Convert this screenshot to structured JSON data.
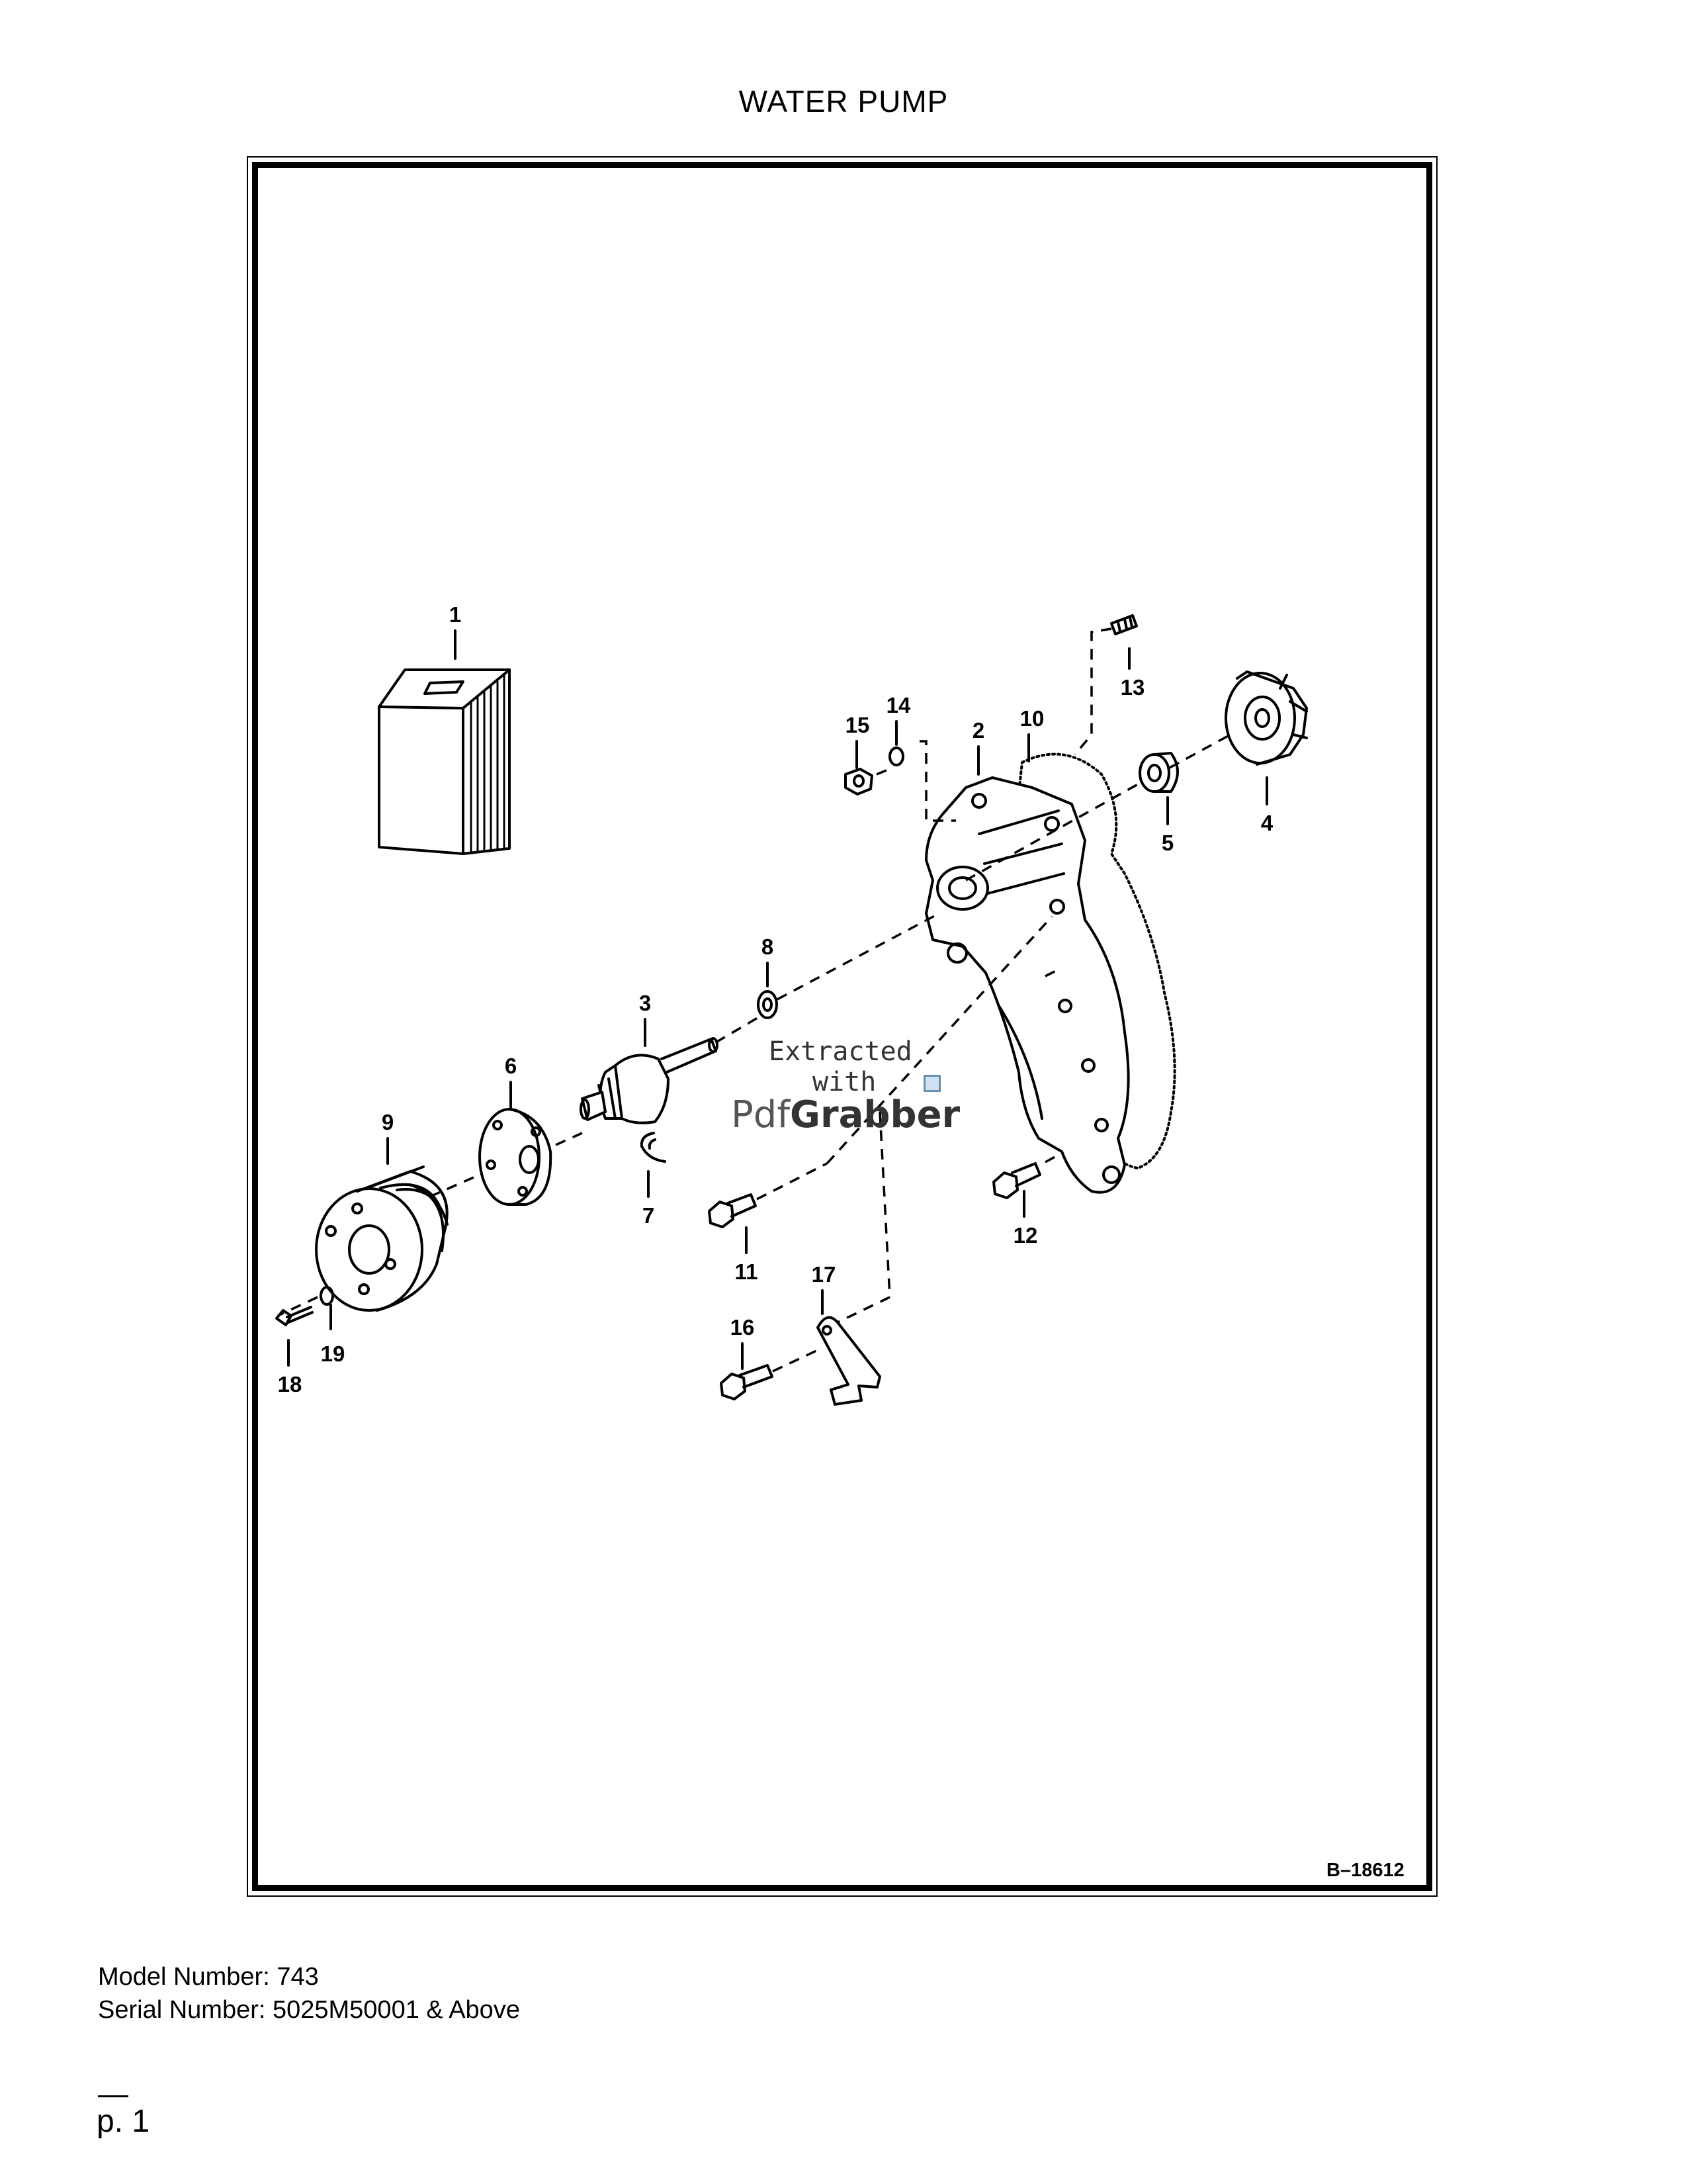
{
  "page": {
    "title": "WATER PUMP",
    "drawing_code": "B–18612",
    "model_line": "Model Number: 743",
    "serial_line": "Serial Number: 5025M50001 & Above",
    "page_number": "p. 1"
  },
  "watermark": {
    "line1": "Extracted",
    "line2": "with",
    "brand_a": "Pdf",
    "brand_b": "Grabber"
  },
  "callouts": [
    "1",
    "2",
    "3",
    "4",
    "5",
    "6",
    "7",
    "8",
    "9",
    "10",
    "11",
    "12",
    "13",
    "14",
    "15",
    "16",
    "17",
    "18",
    "19"
  ]
}
